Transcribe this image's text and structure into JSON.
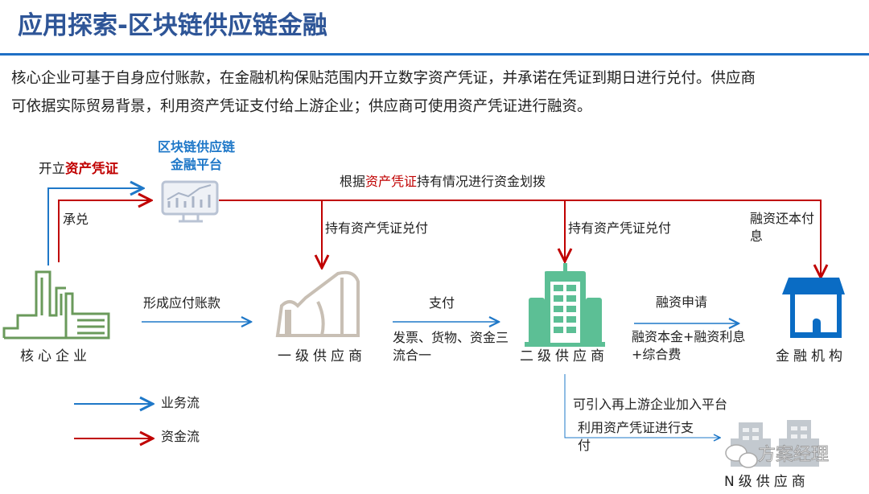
{
  "title": "应用探索-区块链供应链金融",
  "intro": {
    "line1": "核心企业可基于自身应付账款，在金融机构保贴范围内开立数字资产凭证，并承诺在凭证到期日进行兑付。供应商",
    "line2": "可依据实际贸易背景，利用资产凭证支付给上游企业；供应商可使用资产凭证进行融资。"
  },
  "platform": {
    "line1": "区块链供应链",
    "line2": "金融平台",
    "icon": "chart-monitor-icon"
  },
  "flows": {
    "issue_prefix": "开立",
    "issue_highlight": "资产凭证",
    "accept": "承兑",
    "allocate_prefix": "根据",
    "allocate_highlight": "资产凭证",
    "allocate_suffix": "持有情况进行资金划拨",
    "redeem_1": "持有资产凭证兑付",
    "redeem_2": "持有资产凭证兑付",
    "repay_line1": "融资还本付",
    "repay_line2": "息",
    "payable": "形成应付账款",
    "pay": "支付",
    "three_flows_line1": "发票、货物、资金三",
    "three_flows_line2": "流合一",
    "finance_apply": "融资申请",
    "finance_cost_line1": "融资本金+融资利息",
    "finance_cost_line2": "+综合费",
    "upstream_line1": "可引入再上游企业加入平台",
    "upstream_line2": "利用资产凭证进行支",
    "upstream_line3": "付"
  },
  "nodes": {
    "core": "核心企业",
    "tier1": "一级供应商",
    "tier2": "二级供应商",
    "bank": "金融机构",
    "tierN": "N级供应商"
  },
  "legend": {
    "business": "业务流",
    "funds": "资金流"
  },
  "watermark": "方案经理",
  "colors": {
    "title": "#2e5597",
    "business_flow": "#1f78c8",
    "fund_flow": "#c00000",
    "core": "#6a9a5b",
    "tier1": "#c8bfb4",
    "tier2": "#5cbf95",
    "bank": "#0a6cc4",
    "tierN": "#c3c9cf"
  }
}
